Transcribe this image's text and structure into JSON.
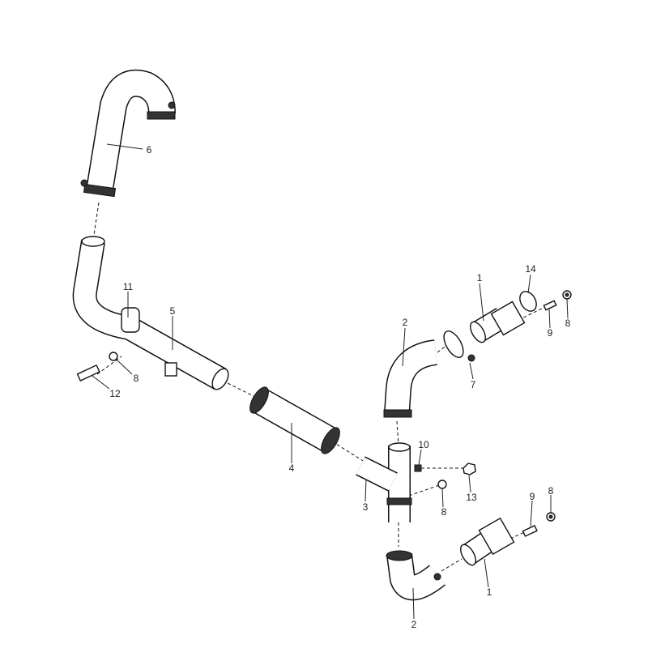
{
  "title": "Intercooler piping exploded parts diagram",
  "labels": {
    "p6": "6",
    "p11": "11",
    "p5": "5",
    "p8a": "8",
    "p12": "12",
    "p4": "4",
    "p2a": "2",
    "p1a": "1",
    "p14": "14",
    "p9a": "9",
    "p8b": "8",
    "p7": "7",
    "p10": "10",
    "p3": "3",
    "p8c": "8",
    "p13": "13",
    "p9b": "9",
    "p8d": "8",
    "p1b": "1",
    "p2b": "2"
  }
}
